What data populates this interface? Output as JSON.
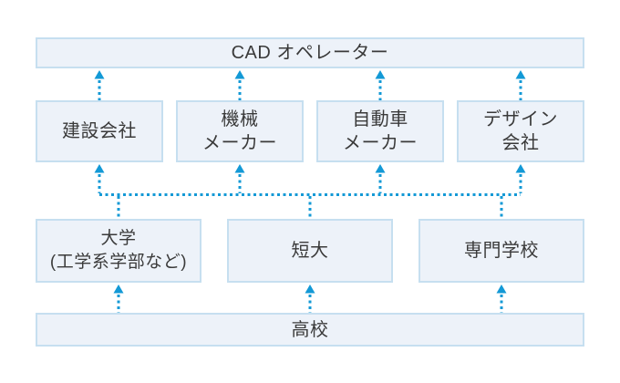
{
  "colors": {
    "accent": "#1399d6",
    "box_fill": "#edf2f9",
    "box_border": "#c6dff0",
    "text": "#3a3a3a",
    "canvas_bg": "#ffffff"
  },
  "diagram": {
    "title_node": {
      "label": "CAD オペレーター"
    },
    "employers": [
      {
        "label": "建設会社"
      },
      {
        "label": "機械\nメーカー"
      },
      {
        "label": "自動車\nメーカー"
      },
      {
        "label": "デザイン\n会社"
      }
    ],
    "schools": [
      {
        "label": "大学\n(工学系学部など)"
      },
      {
        "label": "短大"
      },
      {
        "label": "専門学校"
      }
    ],
    "base_node": {
      "label": "高校"
    }
  }
}
